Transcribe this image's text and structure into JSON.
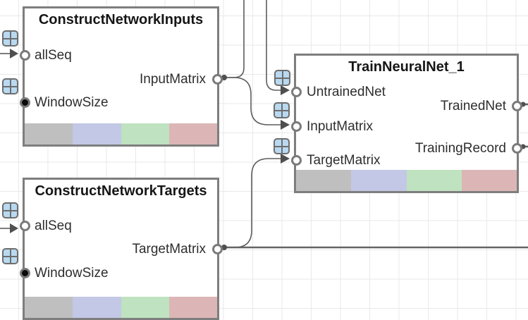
{
  "canvas": {
    "background": "#ffffff",
    "grid_color": "#e9e9e9"
  },
  "colors": {
    "node_border": "#7e7e7e",
    "wire": "#5d5d5d",
    "port_ring": "#7b7b7b",
    "icon_fill": "#b9d9f1",
    "icon_border": "#6e6e6e",
    "footer_segments": [
      "#bfbfbf",
      "#c2c8e5",
      "#bfe2c0",
      "#dcb6b6"
    ]
  },
  "nodes": [
    {
      "title": "ConstructNetworkInputs",
      "inputs": [
        {
          "label": "allSeq",
          "port_style": "open"
        },
        {
          "label": "WindowSize",
          "port_style": "filled"
        }
      ],
      "outputs": [
        {
          "label": "InputMatrix",
          "port_style": "open"
        }
      ]
    },
    {
      "title": "ConstructNetworkTargets",
      "inputs": [
        {
          "label": "allSeq",
          "port_style": "open"
        },
        {
          "label": "WindowSize",
          "port_style": "filled"
        }
      ],
      "outputs": [
        {
          "label": "TargetMatrix",
          "port_style": "open"
        }
      ]
    },
    {
      "title": "TrainNeuralNet_1",
      "inputs": [
        {
          "label": "UntrainedNet",
          "port_style": "open"
        },
        {
          "label": "InputMatrix",
          "port_style": "open"
        },
        {
          "label": "TargetMatrix",
          "port_style": "open"
        }
      ],
      "outputs": [
        {
          "label": "TrainedNet",
          "port_style": "open"
        },
        {
          "label": "TrainingRecord",
          "port_style": "open"
        }
      ]
    }
  ],
  "connections": [
    {
      "from": "ConstructNetworkInputs.InputMatrix",
      "to": "TrainNeuralNet_1.InputMatrix"
    },
    {
      "from": "ConstructNetworkInputs.InputMatrix",
      "to": "off-canvas-top"
    },
    {
      "from": "off-canvas-top",
      "to": "TrainNeuralNet_1.UntrainedNet"
    },
    {
      "from": "ConstructNetworkTargets.TargetMatrix",
      "to": "TrainNeuralNet_1.TargetMatrix"
    },
    {
      "from": "ConstructNetworkTargets.TargetMatrix",
      "to": "off-canvas-right"
    },
    {
      "from": "off-canvas-left",
      "to": "ConstructNetworkInputs.allSeq"
    },
    {
      "from": "off-canvas-left",
      "to": "ConstructNetworkTargets.allSeq"
    },
    {
      "from": "TrainNeuralNet_1.TrainedNet",
      "to": "off-canvas-right"
    },
    {
      "from": "TrainNeuralNet_1.TrainingRecord",
      "to": "off-canvas-right"
    }
  ]
}
